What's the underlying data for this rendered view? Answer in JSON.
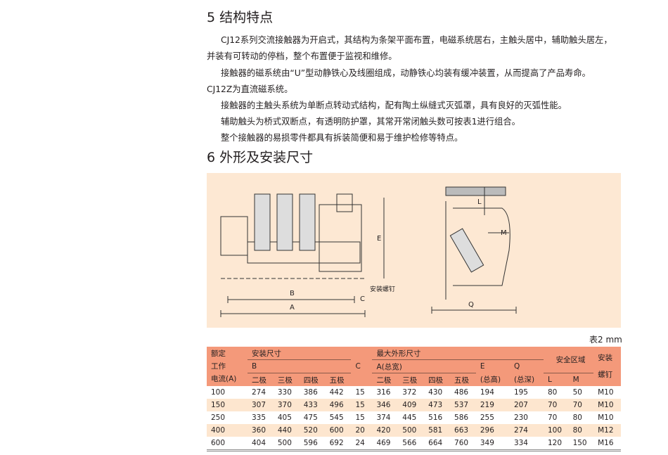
{
  "section5": {
    "title": "5 结构特点",
    "paragraphs": [
      "CJ12系列交流接触器为开启式，其结构为条架平面布置，电磁系统居右，主触头居中，辅助触头居左，",
      "并装有可转动的停档，整个布置便于监视和维修。",
      "接触器的磁系统由“U”型动静铁心及线圈组成，动静铁心均装有缓冲装置，从而提高了产品寿命。",
      "CJ12Z为直流磁系统。",
      "接触器的主触头系统为单断点转动式结构，配有陶土纵缝式灭弧罩，具有良好的灭弧性能。",
      "辅助触头为桥式双断点，有透明防护罩，其常开常闭触头数可按表1进行组合。",
      "整个接触器的易损零件都具有拆装简便和易于维护检修等特点。"
    ]
  },
  "section6": {
    "title": "6 外形及安装尺寸"
  },
  "diagram": {
    "labels": {
      "B": "B",
      "A": "A",
      "C": "C",
      "E": "E",
      "L": "L",
      "M": "M",
      "Q": "Q",
      "screw": "安装螺钉"
    }
  },
  "table": {
    "caption": "表2 mm",
    "headers": {
      "rated": [
        "额定",
        "工作",
        "电流(A)"
      ],
      "install": "安装尺寸",
      "B": "B",
      "C": "C",
      "max": "最大外形尺寸",
      "A": "A(总宽)",
      "E": [
        "E",
        "(总高)"
      ],
      "Q": [
        "Q",
        "(总深)"
      ],
      "safe": "安全区域",
      "L": "L",
      "M": "M",
      "screw": [
        "安装",
        "螺钉"
      ],
      "poles": [
        "二极",
        "三极",
        "四极",
        "五极"
      ]
    },
    "rows": [
      [
        "100",
        "274",
        "330",
        "386",
        "442",
        "15",
        "316",
        "372",
        "430",
        "486",
        "194",
        "195",
        "80",
        "50",
        "M10"
      ],
      [
        "150",
        "307",
        "370",
        "433",
        "496",
        "15",
        "346",
        "409",
        "473",
        "537",
        "219",
        "207",
        "70",
        "70",
        "M10"
      ],
      [
        "250",
        "335",
        "405",
        "475",
        "545",
        "15",
        "374",
        "445",
        "516",
        "586",
        "255",
        "230",
        "70",
        "80",
        "M10"
      ],
      [
        "400",
        "360",
        "440",
        "520",
        "600",
        "20",
        "420",
        "500",
        "581",
        "663",
        "296",
        "274",
        "100",
        "80",
        "M12"
      ],
      [
        "600",
        "404",
        "500",
        "596",
        "692",
        "24",
        "469",
        "566",
        "664",
        "760",
        "349",
        "334",
        "120",
        "150",
        "M16"
      ]
    ]
  },
  "colors": {
    "header": "#f4997a",
    "stripe": "#fde6cf",
    "diagram_bg": "#fde8d3"
  }
}
